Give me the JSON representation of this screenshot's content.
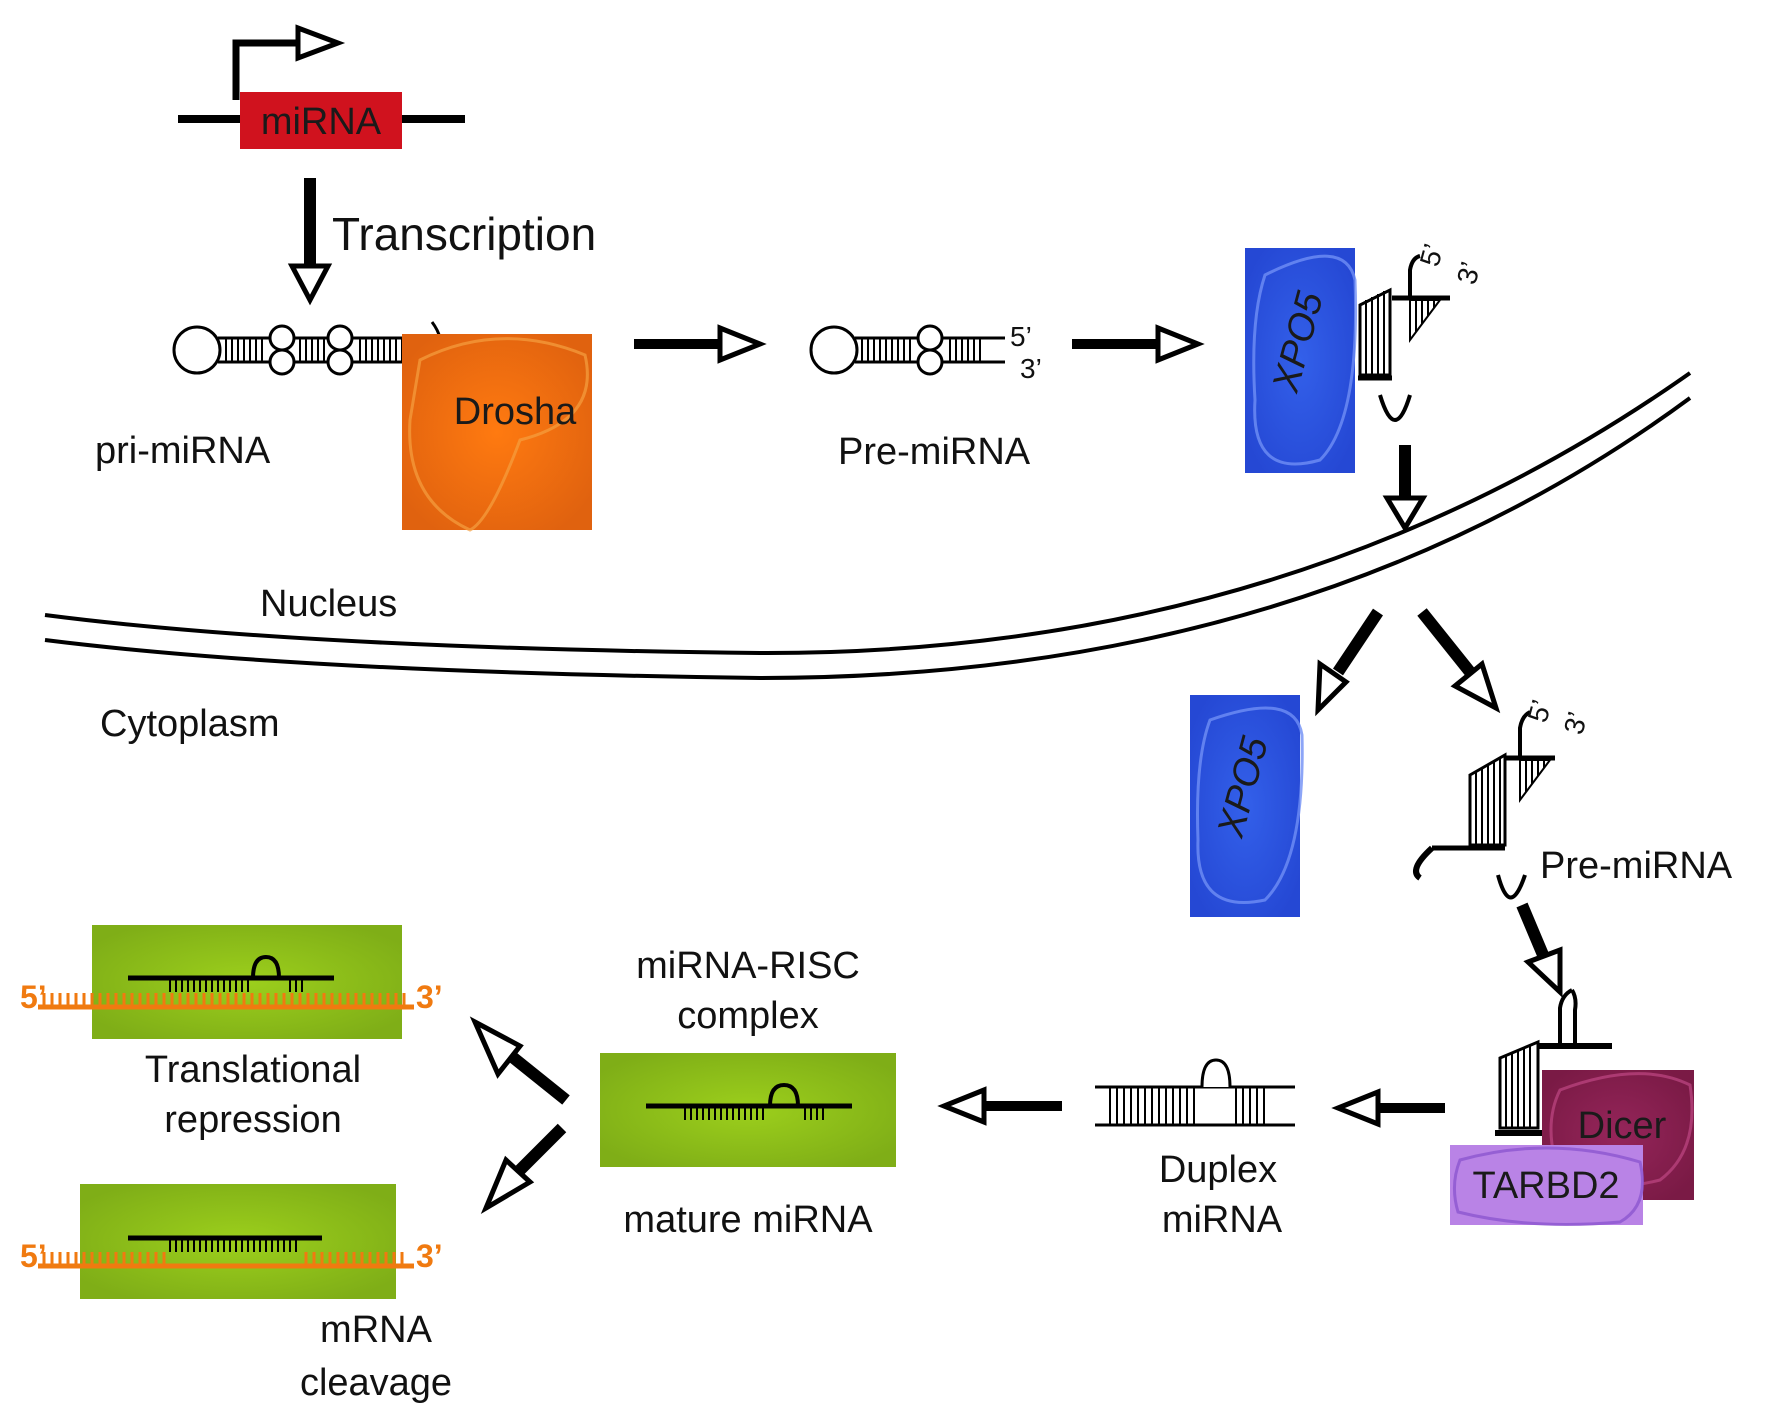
{
  "colors": {
    "mirna_gene": "#d0121e",
    "drosha": "#f26a12",
    "xpo5": "#2b55e0",
    "dicer": "#8a1e4e",
    "tarbd2": "#b983e6",
    "risc": "#8fc11e",
    "mrna": "#f07a10"
  },
  "gene": {
    "label": "miRNA"
  },
  "transcription": {
    "label": "Transcription"
  },
  "pri": {
    "label": "pri-miRNA"
  },
  "drosha": {
    "label": "Drosha"
  },
  "pre_nuclear": {
    "label": "Pre-miRNA",
    "five": "5’",
    "three": "3’"
  },
  "xpo5_nuclear": {
    "label": "XPO5",
    "five": "5’",
    "three": "3’"
  },
  "compartments": {
    "nucleus": "Nucleus",
    "cytoplasm": "Cytoplasm"
  },
  "xpo5_cyto": {
    "label": "XPO5"
  },
  "pre_cyto": {
    "label": "Pre-miRNA",
    "five": "5’",
    "three": "3’"
  },
  "dicer": {
    "label": "Dicer"
  },
  "tarbd2": {
    "label": "TARBD2"
  },
  "duplex": {
    "line1": "Duplex",
    "line2": "miRNA"
  },
  "risc": {
    "title1": "miRNA-RISC",
    "title2": "complex",
    "caption": "mature miRNA"
  },
  "repression": {
    "line1": "Translational",
    "line2": "repression",
    "five": "5’",
    "three": "3’"
  },
  "cleavage": {
    "line1": "mRNA",
    "line2": "cleavage",
    "five": "5’",
    "three": "3’"
  }
}
